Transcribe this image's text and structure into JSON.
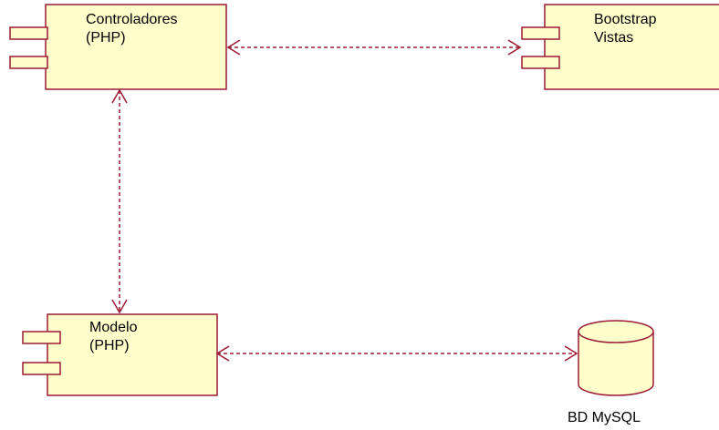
{
  "diagram": {
    "components": {
      "controladores": {
        "line1": "Controladores",
        "line2": "(PHP)"
      },
      "bootstrap": {
        "line1": "Bootstrap",
        "line2": "Vistas"
      },
      "modelo": {
        "line1": "Modelo",
        "line2": "(PHP)"
      }
    },
    "database": {
      "label": "BD MySQL"
    },
    "connectors": [
      {
        "from": "controladores",
        "to": "bootstrap",
        "style": "dashed",
        "arrows": "both"
      },
      {
        "from": "controladores",
        "to": "modelo",
        "style": "dashed",
        "arrows": "both"
      },
      {
        "from": "modelo",
        "to": "database",
        "style": "dashed",
        "arrows": "both"
      }
    ],
    "colors": {
      "stroke": "#9b1b35",
      "fill": "#ffffcc",
      "text": "#000000"
    }
  }
}
